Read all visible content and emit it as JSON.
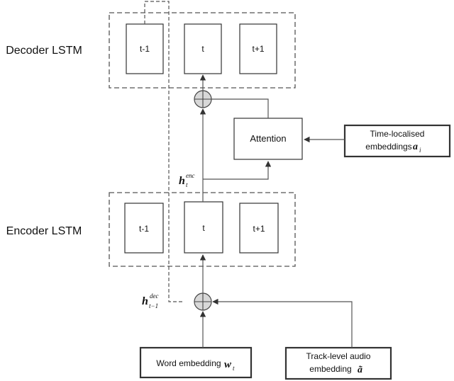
{
  "decoder": {
    "label": "Decoder LSTM",
    "cells": [
      "t-1",
      "t",
      "t+1"
    ]
  },
  "encoder": {
    "label": "Encoder LSTM",
    "cells": [
      "t-1",
      "t",
      "t+1"
    ]
  },
  "attention": {
    "label": "Attention"
  },
  "time_localised": {
    "line1": "Time-localised",
    "line2": "embeddings",
    "symbol": "a",
    "subscript": "i"
  },
  "word_embedding": {
    "label": "Word embedding",
    "symbol": "w",
    "subscript": "t"
  },
  "track_level": {
    "line1": "Track-level audio",
    "line2": "embedding",
    "symbol": "ã"
  },
  "h_enc": {
    "symbol": "h",
    "sup": "enc",
    "sub": "t"
  },
  "h_dec": {
    "symbol": "h",
    "sup": "dec",
    "sub": "t−1"
  },
  "colors": {
    "line": "#555555",
    "node_fill": "#d8d8d8"
  }
}
